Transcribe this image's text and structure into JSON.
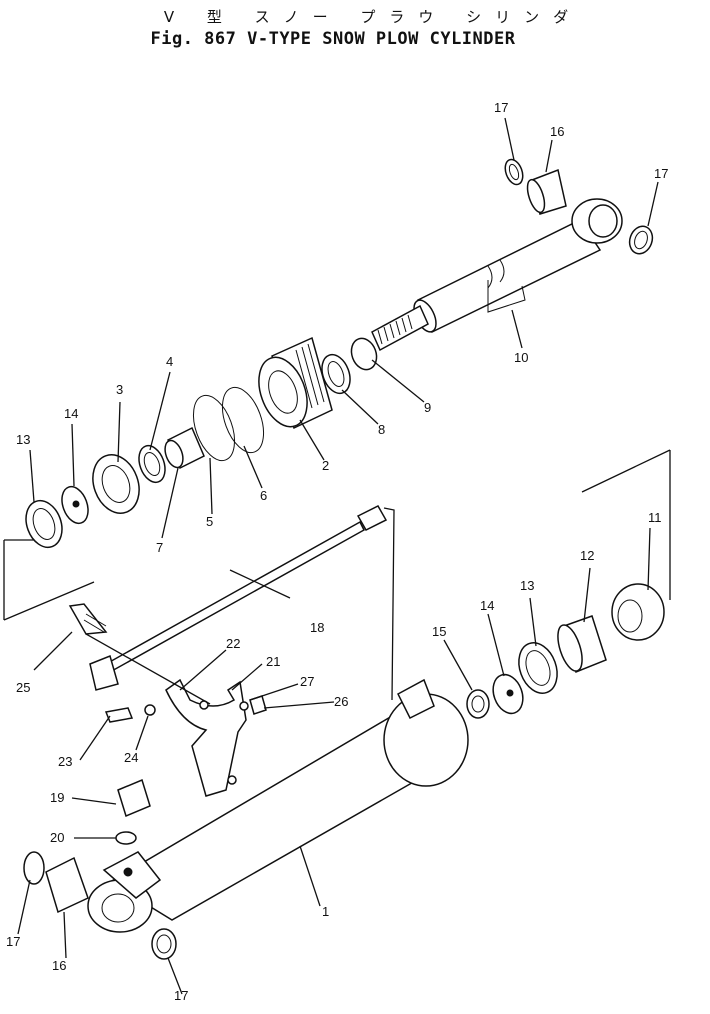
{
  "figure": {
    "title_jp": "V 型 スノー プラウ シリンダ",
    "title_en": "Fig. 867 V-TYPE SNOW PLOW CYLINDER"
  },
  "callouts": [
    {
      "id": "c1",
      "label": "1"
    },
    {
      "id": "c2",
      "label": "2"
    },
    {
      "id": "c3",
      "label": "3"
    },
    {
      "id": "c4",
      "label": "4"
    },
    {
      "id": "c5",
      "label": "5"
    },
    {
      "id": "c6",
      "label": "6"
    },
    {
      "id": "c7",
      "label": "7"
    },
    {
      "id": "c8",
      "label": "8"
    },
    {
      "id": "c9",
      "label": "9"
    },
    {
      "id": "c10",
      "label": "10"
    },
    {
      "id": "c11",
      "label": "11"
    },
    {
      "id": "c12",
      "label": "12"
    },
    {
      "id": "c13a",
      "label": "13"
    },
    {
      "id": "c13b",
      "label": "13"
    },
    {
      "id": "c14a",
      "label": "14"
    },
    {
      "id": "c14b",
      "label": "14"
    },
    {
      "id": "c15",
      "label": "15"
    },
    {
      "id": "c16a",
      "label": "16"
    },
    {
      "id": "c16b",
      "label": "16"
    },
    {
      "id": "c17a",
      "label": "17"
    },
    {
      "id": "c17b",
      "label": "17"
    },
    {
      "id": "c17c",
      "label": "17"
    },
    {
      "id": "c17d",
      "label": "17"
    },
    {
      "id": "c18",
      "label": "18"
    },
    {
      "id": "c19",
      "label": "19"
    },
    {
      "id": "c20",
      "label": "20"
    },
    {
      "id": "c21",
      "label": "21"
    },
    {
      "id": "c22",
      "label": "22"
    },
    {
      "id": "c23",
      "label": "23"
    },
    {
      "id": "c24",
      "label": "24"
    },
    {
      "id": "c25",
      "label": "25"
    },
    {
      "id": "c26",
      "label": "26"
    },
    {
      "id": "c27",
      "label": "27"
    }
  ]
}
